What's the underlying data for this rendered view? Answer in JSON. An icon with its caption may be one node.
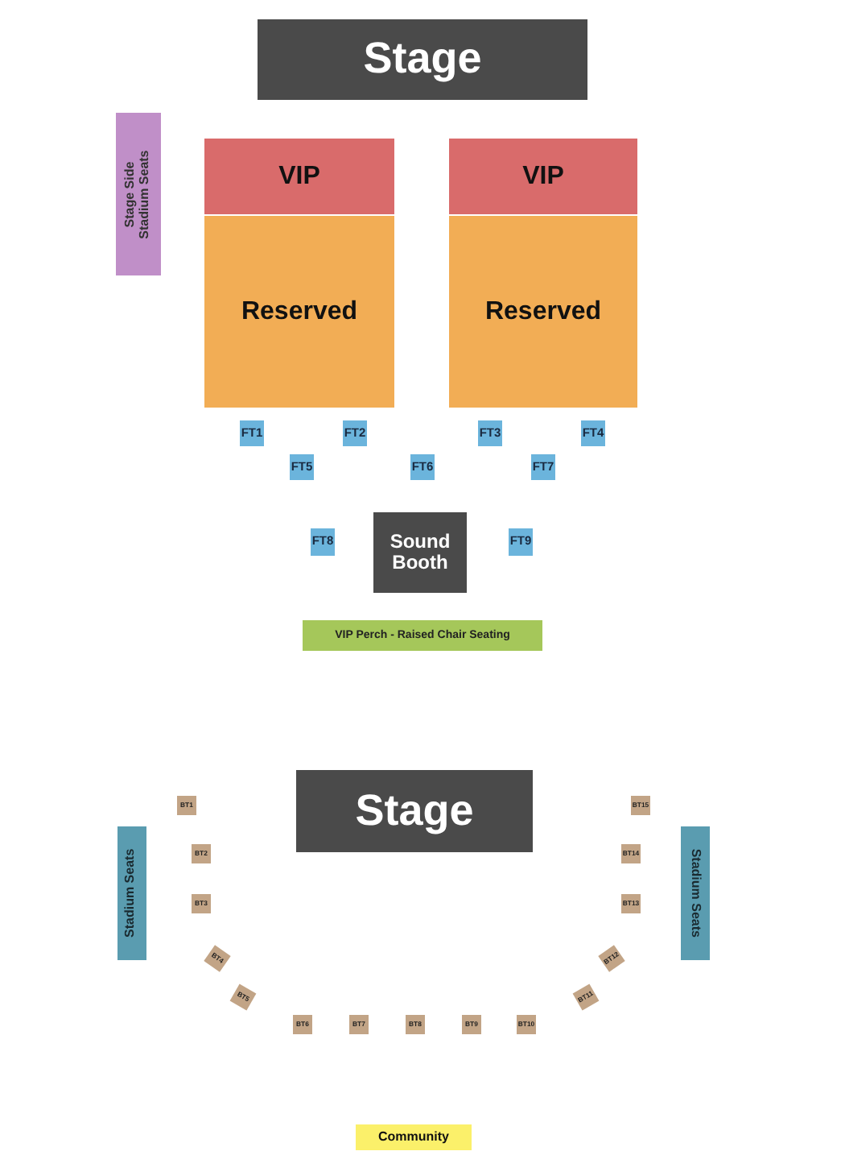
{
  "diagram": {
    "nodes": [
      {
        "text": [
          "Stage"
        ]
      },
      {
        "text": [
          "Stage Side Stadium Seats"
        ]
      },
      {
        "text": [
          "VIP"
        ]
      },
      {
        "text": [
          "VIP"
        ]
      },
      {
        "text": [
          "Reserved"
        ]
      },
      {
        "text": [
          "Reserved"
        ]
      },
      {
        "text": [
          "FT1"
        ]
      },
      {
        "text": [
          "FT2"
        ]
      },
      {
        "text": [
          "FT3"
        ]
      },
      {
        "text": [
          "FT4"
        ]
      },
      {
        "text": [
          "FT5"
        ]
      },
      {
        "text": [
          "FT6"
        ]
      },
      {
        "text": [
          "FT7"
        ]
      },
      {
        "text": [
          "FT8"
        ]
      },
      {
        "text": [
          "Sound Booth"
        ]
      },
      {
        "text": [
          "FT9"
        ]
      },
      {
        "text": [
          "VIP Perch - Raised Chair Seating"
        ]
      },
      {
        "text": [
          "BT1"
        ]
      },
      {
        "text": [
          "Stage"
        ]
      },
      {
        "text": [
          "BT15"
        ]
      },
      {
        "text": [
          "Stadium Seats"
        ]
      },
      {
        "text": [
          "BT2"
        ]
      },
      {
        "text": [
          "BT14"
        ]
      },
      {
        "text": [
          "Stadium Seats"
        ]
      },
      {
        "text": [
          "BT3"
        ]
      },
      {
        "text": [
          "BT13"
        ]
      },
      {
        "text": [
          "BT4"
        ]
      },
      {
        "text": [
          "BT12"
        ]
      },
      {
        "text": [
          "BT5"
        ]
      },
      {
        "text": [
          "BT11"
        ]
      },
      {
        "text": [
          "BT6"
        ]
      },
      {
        "text": [
          "BT7"
        ]
      },
      {
        "text": [
          "BT8"
        ]
      },
      {
        "text": [
          "BT9"
        ]
      },
      {
        "text": [
          "BT10"
        ]
      },
      {
        "text": [
          "Community"
        ]
      }
    ]
  }
}
